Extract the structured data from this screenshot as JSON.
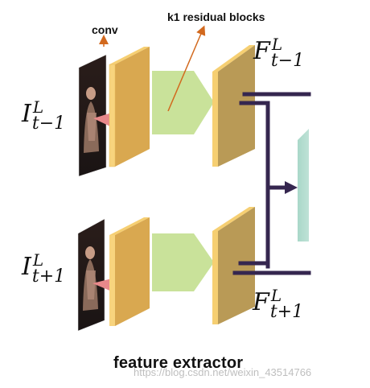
{
  "labels": {
    "conv": "conv",
    "residual": "k1 residual blocks",
    "caption": "feature extractor",
    "watermark": "https://blog.csdn.net/weixin_43514766"
  },
  "math": {
    "input_prev": {
      "base": "I",
      "sup": "L",
      "sub": "t−1"
    },
    "input_next": {
      "base": "I",
      "sup": "L",
      "sub": "t+1"
    },
    "feat_prev": {
      "base": "F",
      "sup": "L",
      "sub": "t−1"
    },
    "feat_next": {
      "base": "F",
      "sup": "L",
      "sub": "t+1"
    }
  },
  "colors": {
    "conv_plate": "#F8D47E",
    "conv_side": "#D9A850",
    "feature_plate": "#B99A56",
    "feature_side": "#F6CF72",
    "residual_block": "#C9E29A",
    "connector": "#35264F",
    "fusion_block": "#A9D8C9",
    "annotation_arrow": "#D2691E",
    "input_pointer": "#E8888A"
  }
}
